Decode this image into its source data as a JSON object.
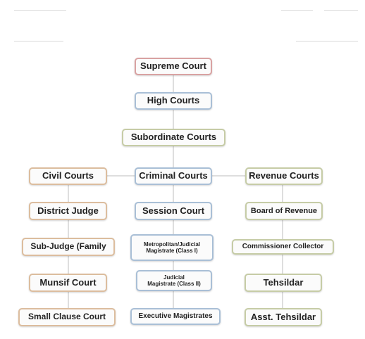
{
  "nodes": {
    "supreme_court": "Supreme Court",
    "high_courts": "High Courts",
    "subordinate_courts": "Subordinate Courts",
    "civil_courts": "Civil Courts",
    "criminal_courts": "Criminal Courts",
    "revenue_courts": "Revenue Courts",
    "district_judge": "District Judge",
    "sub_judge": "Sub-Judge (Family",
    "munsif_court": "Munsif Court",
    "small_clause_court": "Small Clause Court",
    "session_court": "Session Court",
    "metropolitan_magistrate_line1": "Metropolitan/Judicial",
    "metropolitan_magistrate_line2": "Magistrate (Class I)",
    "judicial_magistrate_line1": "Judicial",
    "judicial_magistrate_line2": "Magistrate (Class II)",
    "executive_magistrates": "Executive Magistrates",
    "board_of_revenue": "Board of Revenue",
    "commissioner_collector": "Commissioner Collector",
    "tehsildar": "Tehsildar",
    "asst_tehsildar": "Asst. Tehsildar"
  },
  "colors": {
    "connector": "#c9c9c9",
    "red_border": "#d9a2a2",
    "blue_border": "#a9bfd6",
    "green_border": "#c6cca6",
    "tan_border": "#dcbd9e"
  }
}
